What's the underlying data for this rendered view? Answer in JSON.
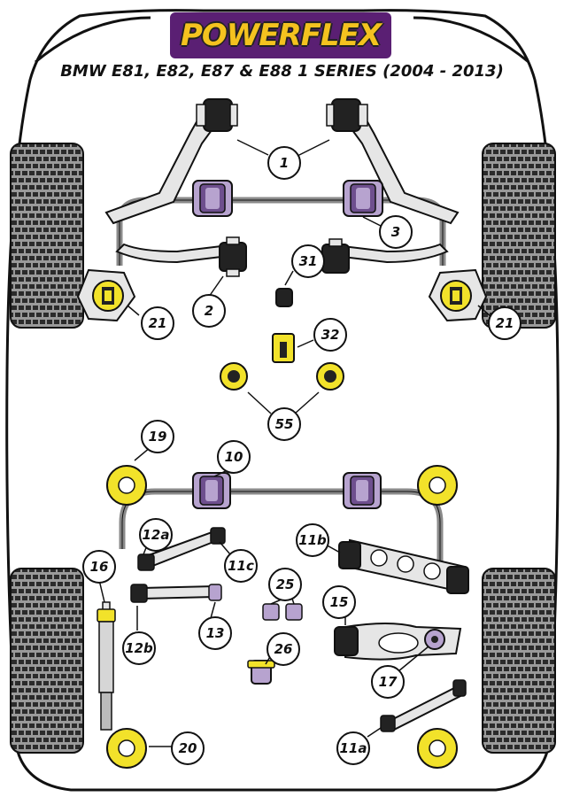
{
  "brand": {
    "logo_text": "POWERFLEX"
  },
  "header": {
    "title": "BMW E81, E82, E87 & E88 1 SERIES (2004 - 2013)"
  },
  "callouts": {
    "c1": "1",
    "c2": "2",
    "c3": "3",
    "c31": "31",
    "c21_left": "21",
    "c21_right": "21",
    "c32": "32",
    "c55": "55",
    "c19": "19",
    "c10": "10",
    "c12a": "12a",
    "c11c": "11c",
    "c11b": "11b",
    "c16": "16",
    "c25": "25",
    "c15": "15",
    "c12b": "12b",
    "c13": "13",
    "c26": "26",
    "c17": "17",
    "c20": "20",
    "c11a": "11a"
  },
  "colors": {
    "bush_purple": "#b7a3cf",
    "bush_purple_dark": "#6e4f8e",
    "bush_yellow": "#f2e22a",
    "arm_gray": "#e6e6e6",
    "outline": "#111111",
    "tyre_gray": "#9a9a9a",
    "logo_bg": "#5a1f73",
    "logo_fg": "#f4c21f"
  }
}
